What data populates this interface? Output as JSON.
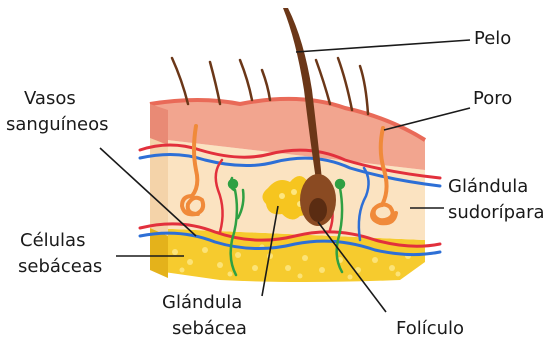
{
  "labels": {
    "pelo": "Pelo",
    "poro": "Poro",
    "vasos_line1": "Vasos",
    "vasos_line2": "sanguíneos",
    "glandula_sudoripara_line1": "Glándula",
    "glandula_sudoripara_line2": "sudorípara",
    "celulas_line1": "Células",
    "celulas_line2": "sebáceas",
    "glandula_sebacea_line1": "Glándula",
    "glandula_sebacea_line2": "sebácea",
    "foliculo": "Folículo"
  },
  "colors": {
    "epidermis": "#f2a58f",
    "epidermis_top": "#e96a58",
    "dermis": "#fbe3c1",
    "fat": "#f6cb2e",
    "artery": "#e2303c",
    "vein": "#2d6fd6",
    "nerve": "#2fa043",
    "hair": "#6b3718",
    "sweat_gland": "#f08a3a",
    "sebaceous": "#f6c51f"
  }
}
